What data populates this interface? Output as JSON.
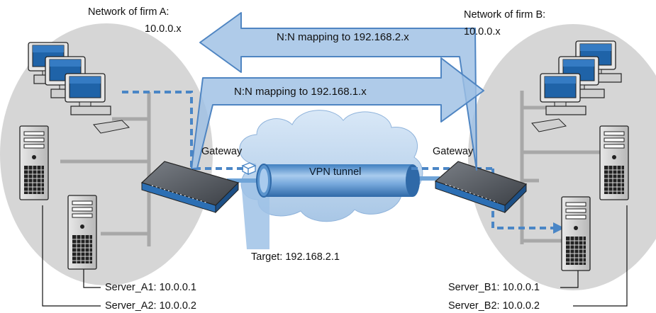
{
  "firm_a": {
    "title": "Network of firm A:",
    "subnet": "10.0.0.x"
  },
  "firm_b": {
    "title": "Network of firm B:",
    "subnet": "10.0.0.x"
  },
  "mapping_top": "N:N mapping to 192.168.2.x",
  "mapping_bottom": "N:N mapping to 192.168.1.x",
  "gateway_a": "Gateway",
  "gateway_b": "Gateway",
  "tunnel": "VPN tunnel",
  "target": "Target: 192.168.2.1",
  "servers_a": [
    {
      "label": "Server_A1: 10.0.0.1"
    },
    {
      "label": "Server_A2: 10.0.0.2"
    }
  ],
  "servers_b": [
    {
      "label": "Server_B1: 10.0.0.1"
    },
    {
      "label": "Server_B2: 10.0.0.2"
    }
  ],
  "colors": {
    "network_ellipse": "#d6d6d6",
    "arrow_fill": "#9ec0e4",
    "arrow_stroke": "#4f85c2",
    "cable": "#a8a8a8",
    "dashed_path": "#4a86c6",
    "tunnel": "#6fa4d8",
    "cloud": "#c4d9ef"
  }
}
